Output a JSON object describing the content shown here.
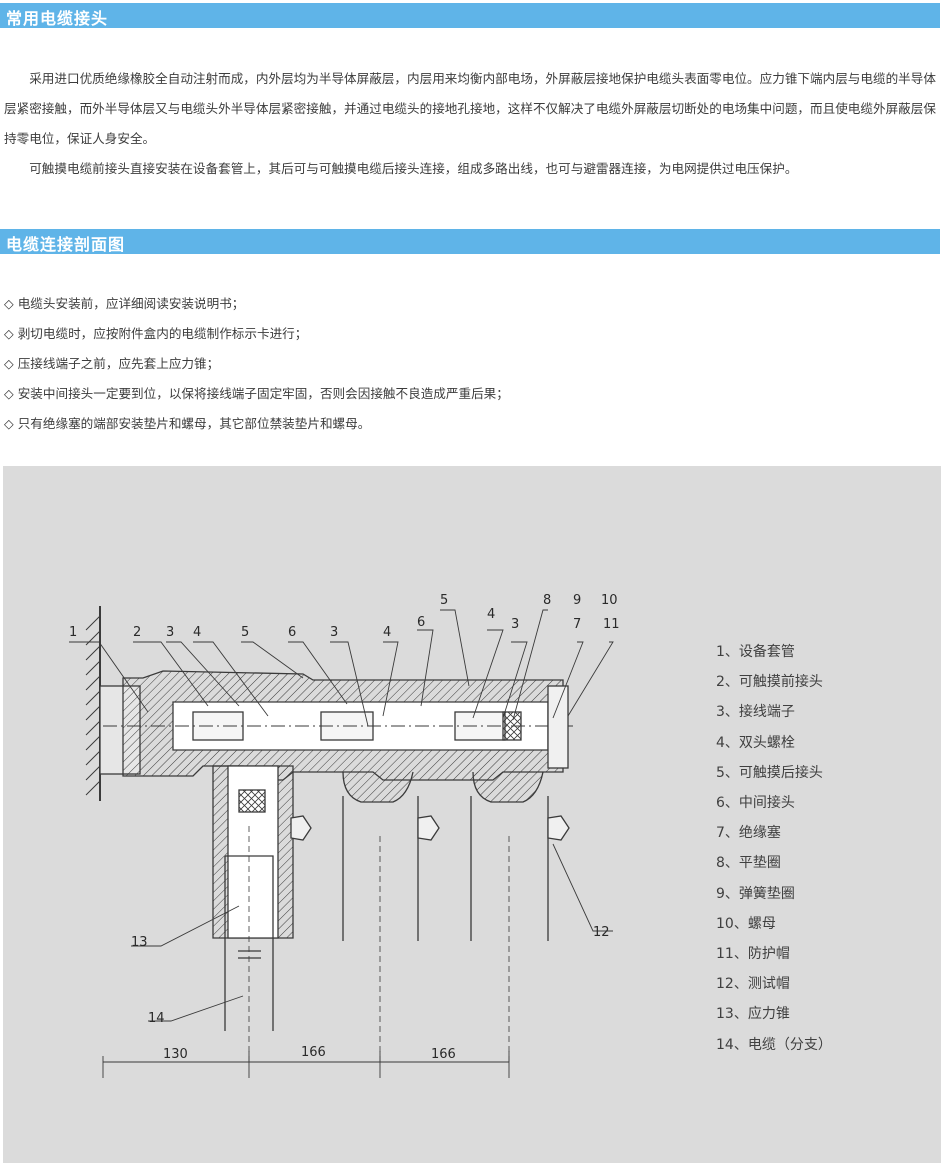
{
  "section1": {
    "title": "常用电缆接头",
    "paragraphs": [
      "采用进口优质绝缘橡胶全自动注射而成，内外层均为半导体屏蔽层，内层用来均衡内部电场，外屏蔽层接地保护电缆头表面零电位。应力锥下端内层与电缆的半导体层紧密接触，而外半导体层又与电缆头外半导体层紧密接触，并通过电缆头的接地孔接地，这样不仅解决了电缆外屏蔽层切断处的电场集中问题，而且使电缆外屏蔽层保持零电位，保证人身安全。",
      "可触摸电缆前接头直接安装在设备套管上，其后可与可触摸电缆后接头连接，组成多路出线，也可与避雷器连接，为电网提供过电压保护。"
    ]
  },
  "section2": {
    "title": "电缆连接剖面图",
    "notes": [
      "电缆头安装前，应详细阅读安装说明书；",
      "剥切电缆时，应按附件盒内的电缆制作标示卡进行；",
      "压接线端子之前，应先套上应力锥；",
      "安装中间接头一定要到位，以保将接线端子固定牢固，否则会因接触不良造成严重后果；",
      "只有绝缘塞的端部安装垫片和螺母，其它部位禁装垫片和螺母。"
    ]
  },
  "diagram": {
    "callouts": [
      "1",
      "2",
      "3",
      "4",
      "5",
      "6",
      "3",
      "4",
      "6",
      "5",
      "4",
      "3",
      "8",
      "9",
      "10",
      "7",
      "11",
      "12",
      "13",
      "14"
    ],
    "dimensions": [
      "130",
      "166",
      "166"
    ],
    "legend": [
      "1、设备套管",
      "2、可触摸前接头",
      "3、接线端子",
      "4、双头螺栓",
      "5、可触摸后接头",
      "6、中间接头",
      "7、绝缘塞",
      "8、平垫圈",
      "9、弹簧垫圈",
      "10、螺母",
      "11、防护帽",
      "12、测试帽",
      "13、应力锥",
      "14、电缆（分支）"
    ],
    "colors": {
      "panel": "#dbdbdb",
      "line": "#3a3a3a",
      "bar": "#5fb4e8"
    }
  }
}
